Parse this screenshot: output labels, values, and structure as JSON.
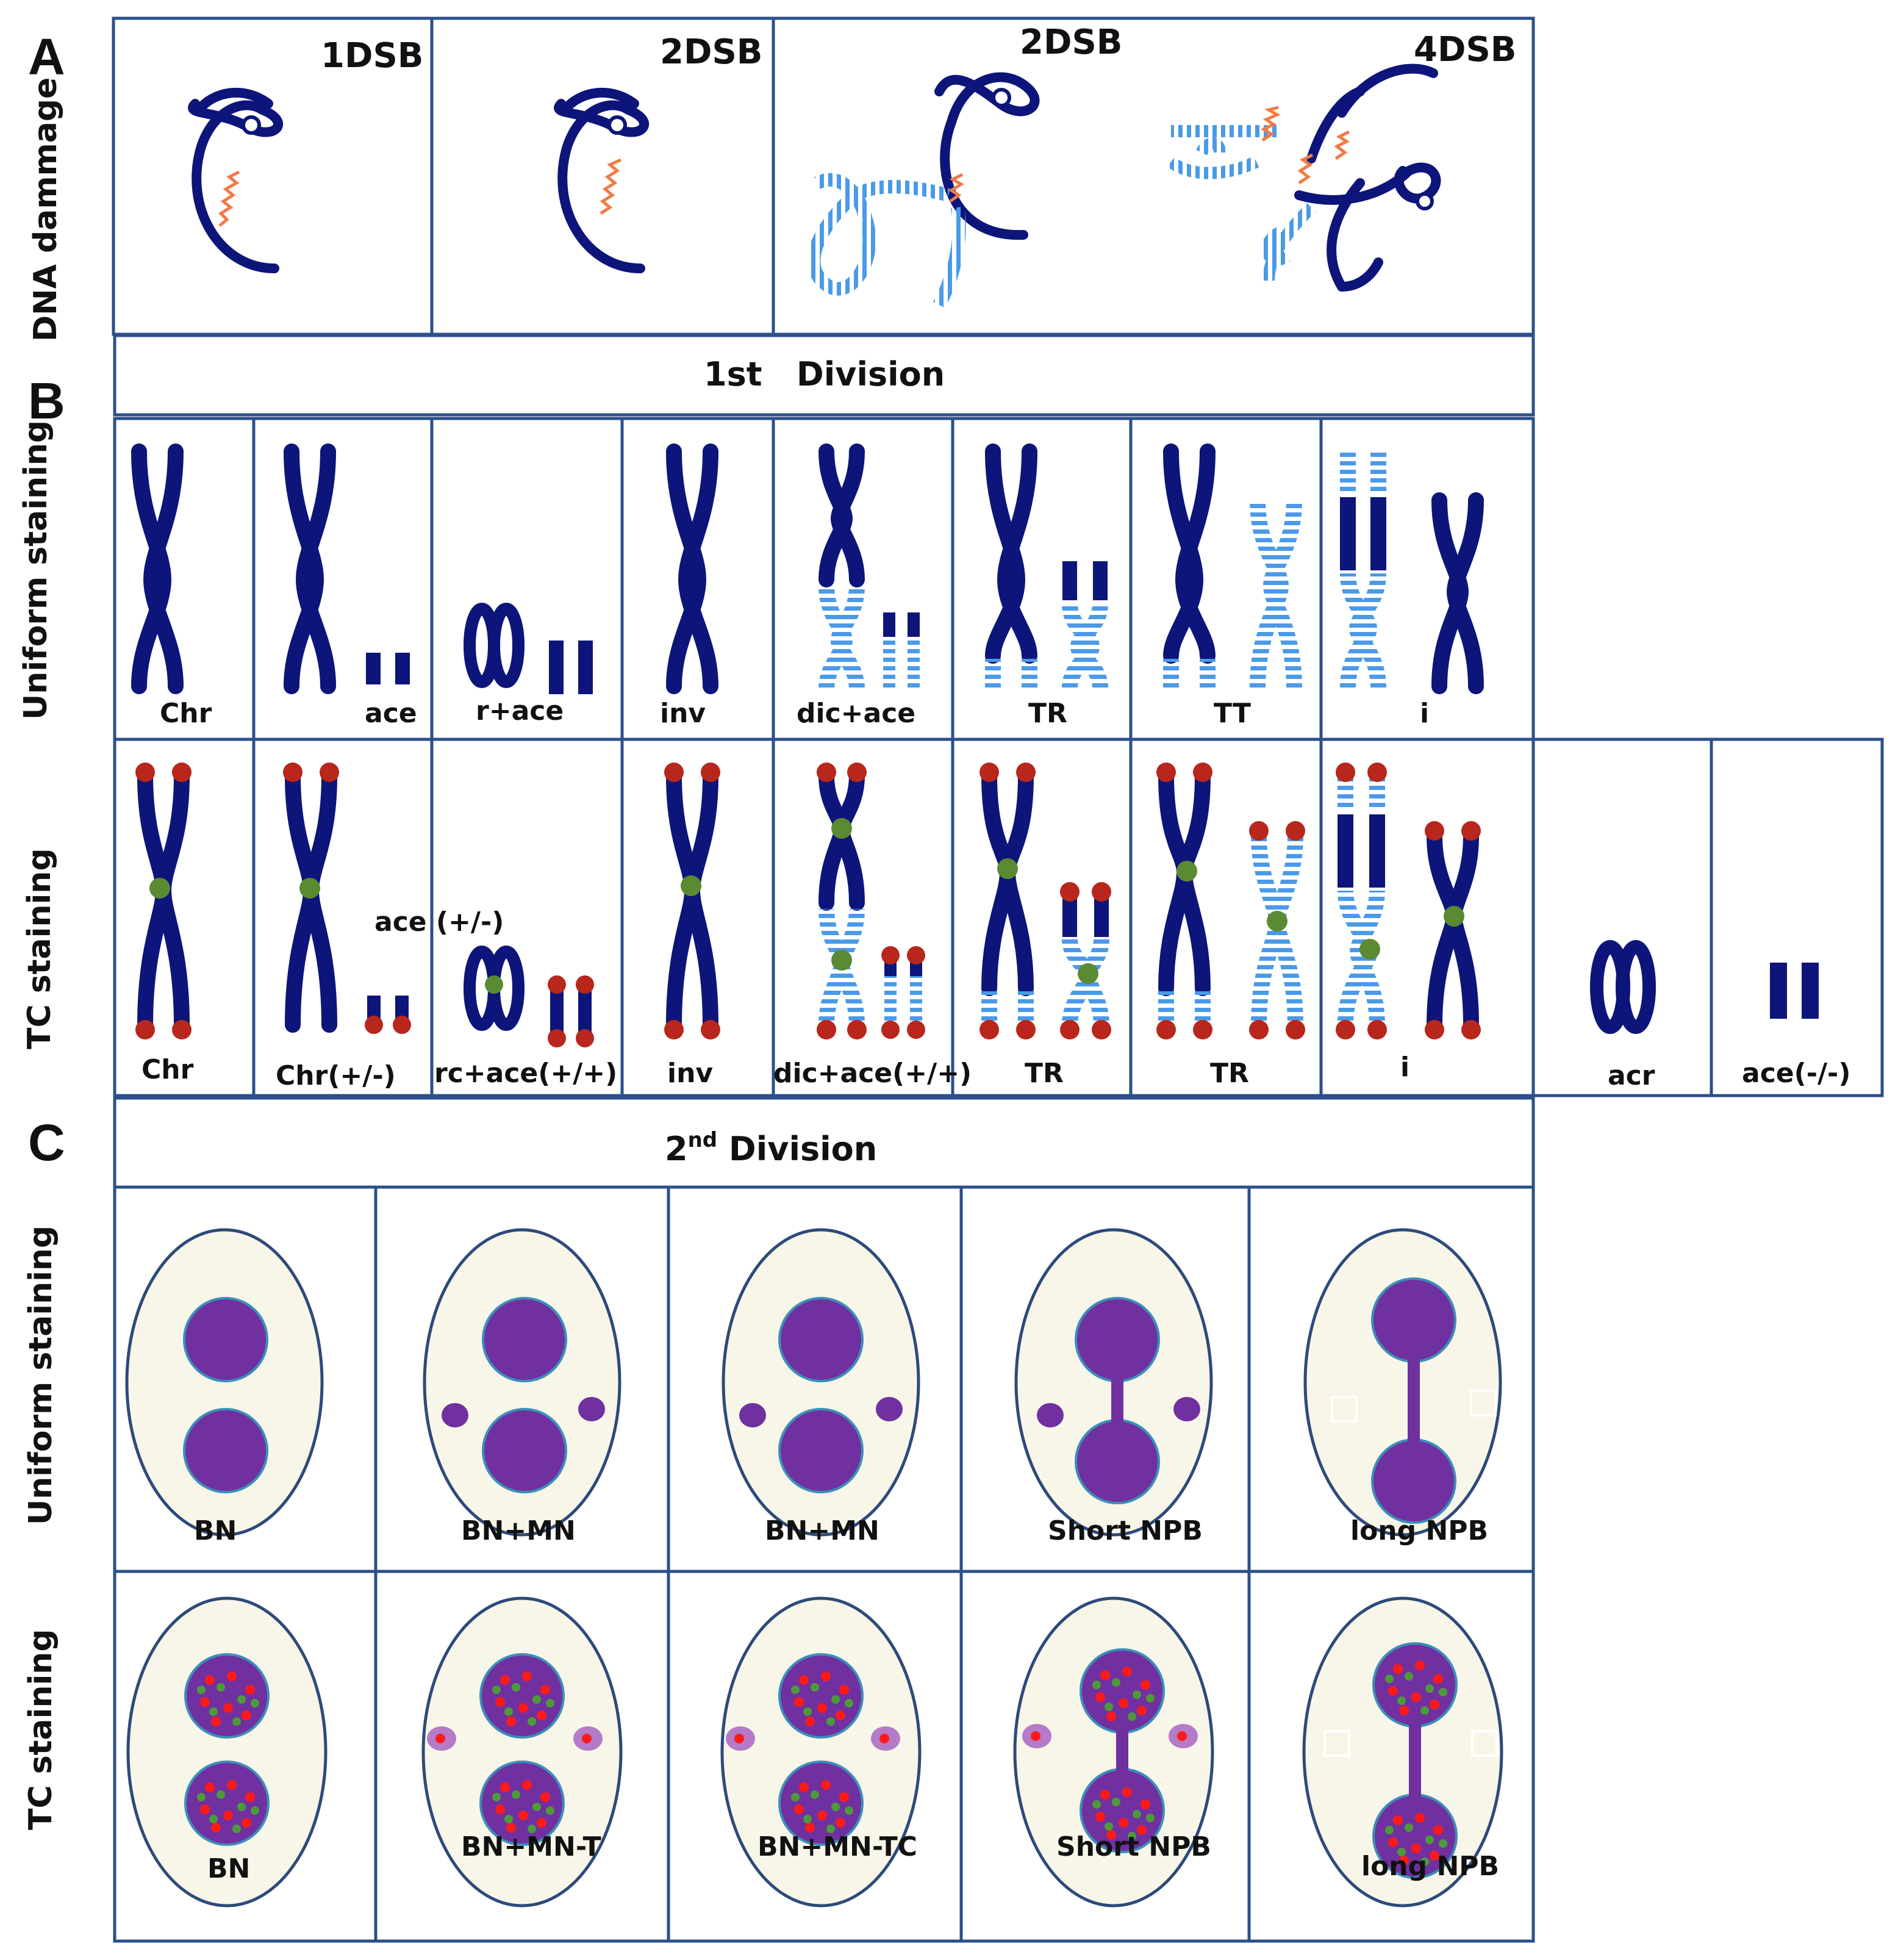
{
  "colors": {
    "chromosome": "#0d157a",
    "damaged": "#4a9ae8",
    "damage_site": "#f27a45",
    "telomere": "#b8261c",
    "centromere": "#5a8a32",
    "nucleus": "#7030a0",
    "nucleus_border": "#3b8fb8",
    "cell_fill": "#f7f6e8",
    "cell_border": "#2e4a7a",
    "grid_line": "#2c4f8c",
    "red_spot": "#ff1a1a",
    "green_spot": "#4d9a3a"
  },
  "panels": {
    "A": {
      "letter": "A",
      "row_label": "DNA dammage",
      "cells": [
        {
          "label": "1DSB"
        },
        {
          "label": "2DSB"
        },
        {
          "label": "2DSB"
        },
        {
          "label": "4DSB"
        }
      ]
    },
    "B": {
      "letter": "B",
      "header": "1st   Division",
      "uniform": {
        "row_label": "Uniform staining",
        "cells": [
          {
            "label": "Chr"
          },
          {
            "label": "ace"
          },
          {
            "label": "r+ace"
          },
          {
            "label": "inv"
          },
          {
            "label": "dic+ace"
          },
          {
            "label": "TR"
          },
          {
            "label": "TT"
          },
          {
            "label": "i"
          }
        ]
      },
      "tc": {
        "row_label": "TC staining",
        "annotation": "ace (+/-)",
        "cells": [
          {
            "label": "Chr"
          },
          {
            "label": "Chr(+/-)"
          },
          {
            "label": "rc+ace(+/+)"
          },
          {
            "label": "inv"
          },
          {
            "label": "dic+ace(+/+)"
          },
          {
            "label": "TR"
          },
          {
            "label": "TR"
          },
          {
            "label": "i"
          },
          {
            "label": "acr"
          },
          {
            "label": "ace(-/-)"
          }
        ]
      }
    },
    "C": {
      "letter": "C",
      "header_main": "2",
      "header_sup": "nd",
      "header_rest": " Division",
      "uniform": {
        "row_label": "Uniform staining",
        "cells": [
          {
            "label": "BN"
          },
          {
            "label": "BN+MN"
          },
          {
            "label": "BN+MN"
          },
          {
            "label": "Short NPB"
          },
          {
            "label": "long NPB"
          }
        ]
      },
      "tc": {
        "row_label": "TC staining",
        "cells": [
          {
            "label": "BN"
          },
          {
            "label": "BN+MN-T"
          },
          {
            "label": "BN+MN-TC"
          },
          {
            "label": "Short NPB"
          },
          {
            "label": "long NPB"
          }
        ]
      }
    }
  }
}
